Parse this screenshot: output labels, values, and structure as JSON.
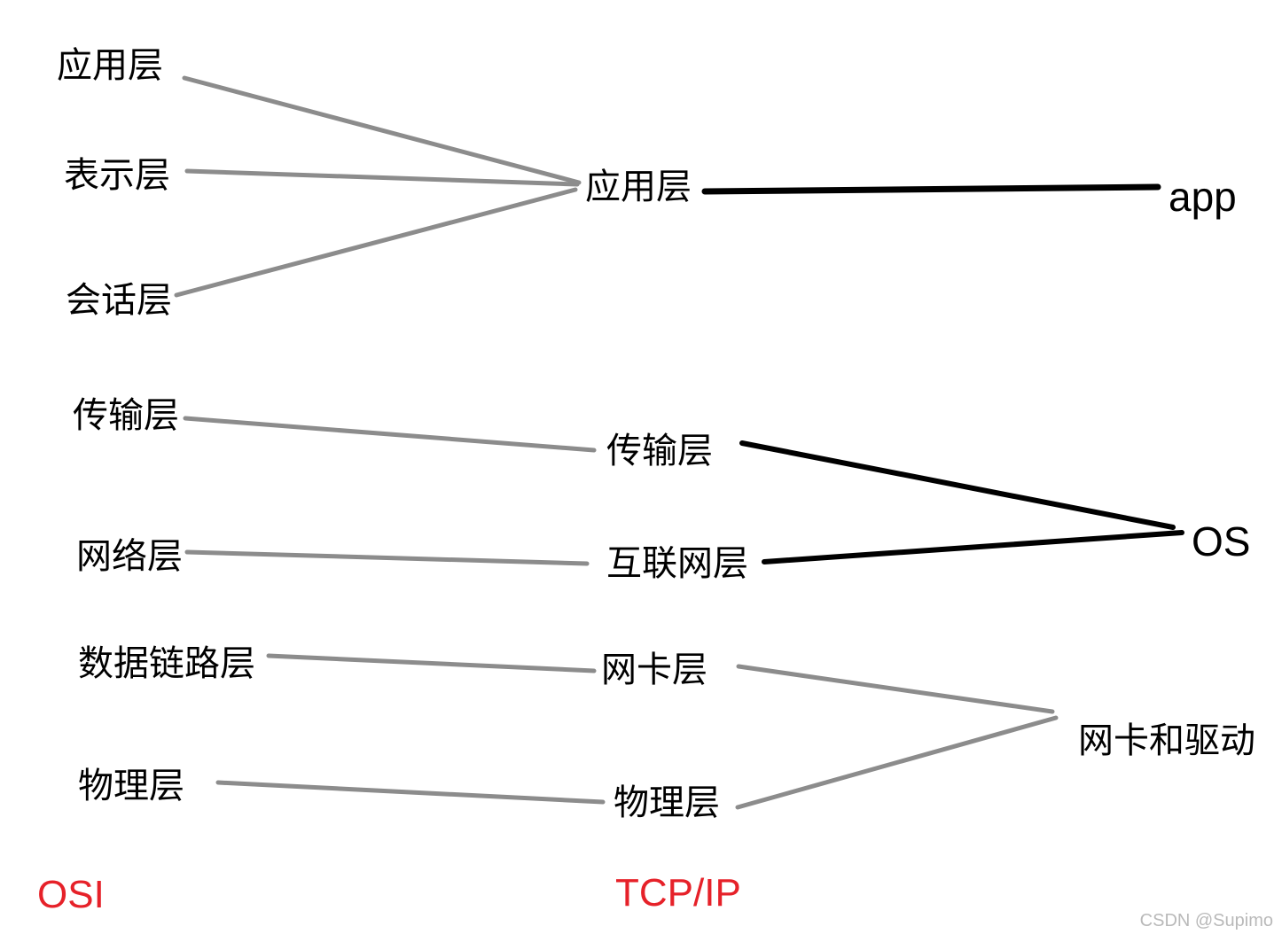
{
  "colors": {
    "background": "#ffffff",
    "line_gray": "#8c8c8c",
    "line_black": "#000000",
    "text_black": "#000000",
    "column_label_red": "#e62129",
    "watermark_gray": "#b9b9b9"
  },
  "nodes": {
    "osi_application": {
      "label": "应用层"
    },
    "osi_presentation": {
      "label": "表示层"
    },
    "osi_session": {
      "label": "会话层"
    },
    "osi_transport": {
      "label": "传输层"
    },
    "osi_network": {
      "label": "网络层"
    },
    "osi_datalink": {
      "label": "数据链路层"
    },
    "osi_physical": {
      "label": "物理层"
    },
    "tcpip_application": {
      "label": "应用层"
    },
    "tcpip_transport": {
      "label": "传输层"
    },
    "tcpip_internet": {
      "label": "互联网层"
    },
    "tcpip_nic": {
      "label": "网卡层"
    },
    "tcpip_physical": {
      "label": "物理层"
    },
    "impl_app": {
      "label": "app"
    },
    "impl_os": {
      "label": "OS"
    },
    "impl_nic_driver": {
      "label": "网卡和驱动"
    }
  },
  "column_labels": {
    "osi": "OSI",
    "tcpip": "TCP/IP"
  },
  "watermark": "CSDN @Supimo",
  "connections": [
    {
      "from": "osi_application",
      "to": "tcpip_application",
      "style": "gray"
    },
    {
      "from": "osi_presentation",
      "to": "tcpip_application",
      "style": "gray"
    },
    {
      "from": "osi_session",
      "to": "tcpip_application",
      "style": "gray"
    },
    {
      "from": "osi_transport",
      "to": "tcpip_transport",
      "style": "gray"
    },
    {
      "from": "osi_network",
      "to": "tcpip_internet",
      "style": "gray"
    },
    {
      "from": "osi_datalink",
      "to": "tcpip_nic",
      "style": "gray"
    },
    {
      "from": "osi_physical",
      "to": "tcpip_physical",
      "style": "gray"
    },
    {
      "from": "tcpip_nic",
      "to": "impl_nic_driver",
      "style": "gray"
    },
    {
      "from": "tcpip_physical",
      "to": "impl_nic_driver",
      "style": "gray"
    },
    {
      "from": "tcpip_application",
      "to": "impl_app",
      "style": "black"
    },
    {
      "from": "tcpip_transport",
      "to": "impl_os",
      "style": "black"
    },
    {
      "from": "tcpip_internet",
      "to": "impl_os",
      "style": "black"
    }
  ]
}
